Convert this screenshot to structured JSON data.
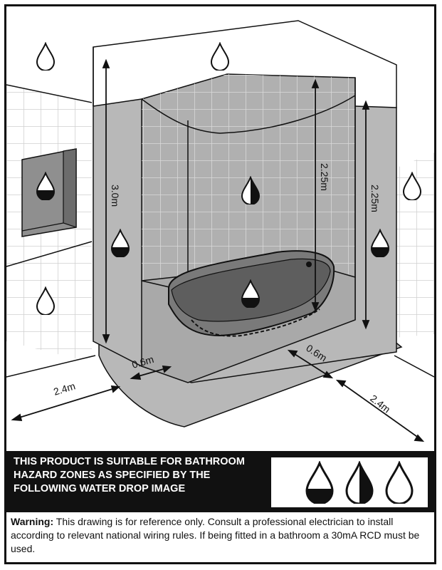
{
  "dimensions": {
    "height_total": "3.0m",
    "height_zone1_inner": "2.25m",
    "height_zone1_right": "2.25m",
    "zone2_depth_left": "0.6m",
    "zone2_depth_right": "0.6m",
    "zone3_left": "2.4m",
    "zone3_right": "2.4m"
  },
  "banner": {
    "text": "THIS PRODUCT IS SUITABLE FOR BATHROOM HAZARD ZONES AS SPECIFIED BY THE FOLLOWING WATER DROP IMAGE"
  },
  "legend": {
    "icons": [
      "water-drop-full-icon",
      "water-drop-half-icon",
      "water-drop-empty-icon"
    ]
  },
  "warning": {
    "label": "Warning:",
    "text": " This drawing is for reference only. Consult a professional electrician to install according to relevant national wiring rules. If being fitted in a bathroom a 30mA RCD must be used."
  },
  "colors": {
    "zone_fill": "#b8b8b8",
    "zone_dark": "#8f8f8f",
    "tub": "#6e6e6e",
    "ink": "#111111"
  }
}
